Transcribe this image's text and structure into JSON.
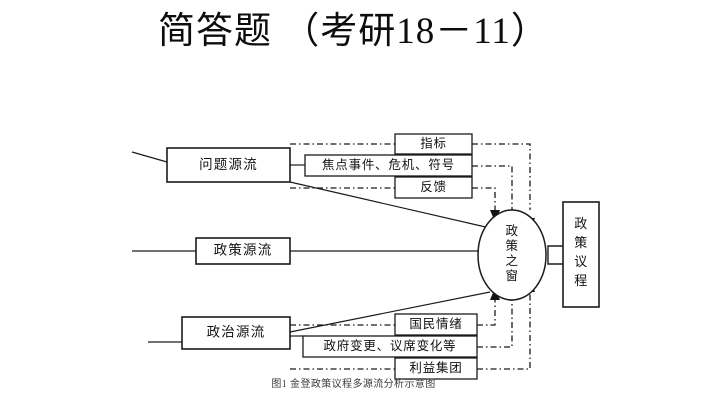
{
  "slide": {
    "title": "简答题 （考研18－11）",
    "background": "#ffffff",
    "ink_color": "#1b1b1b"
  },
  "figure": {
    "caption": "图1  金登政策议程多源流分析示意图",
    "streams": [
      {
        "id": "problem-stream",
        "label": "问题源流"
      },
      {
        "id": "policy-stream",
        "label": "政策源流"
      },
      {
        "id": "politics-stream",
        "label": "政治源流"
      }
    ],
    "problem_factors": [
      {
        "id": "indicators",
        "label": "指标"
      },
      {
        "id": "focusing-events",
        "label": "焦点事件、危机、符号"
      },
      {
        "id": "feedback",
        "label": "反馈"
      }
    ],
    "politics_factors": [
      {
        "id": "national-mood",
        "label": "国民情绪"
      },
      {
        "id": "government-change",
        "label": "政府变更、议席变化等"
      },
      {
        "id": "interest-groups",
        "label": "利益集团"
      }
    ],
    "window": {
      "id": "policy-window",
      "label": "政策之窗",
      "chars": [
        "政",
        "策",
        "之",
        "窗"
      ]
    },
    "agenda": {
      "id": "policy-agenda",
      "label": "政策议程",
      "chars": [
        "政",
        "策",
        "议",
        "程"
      ]
    }
  }
}
